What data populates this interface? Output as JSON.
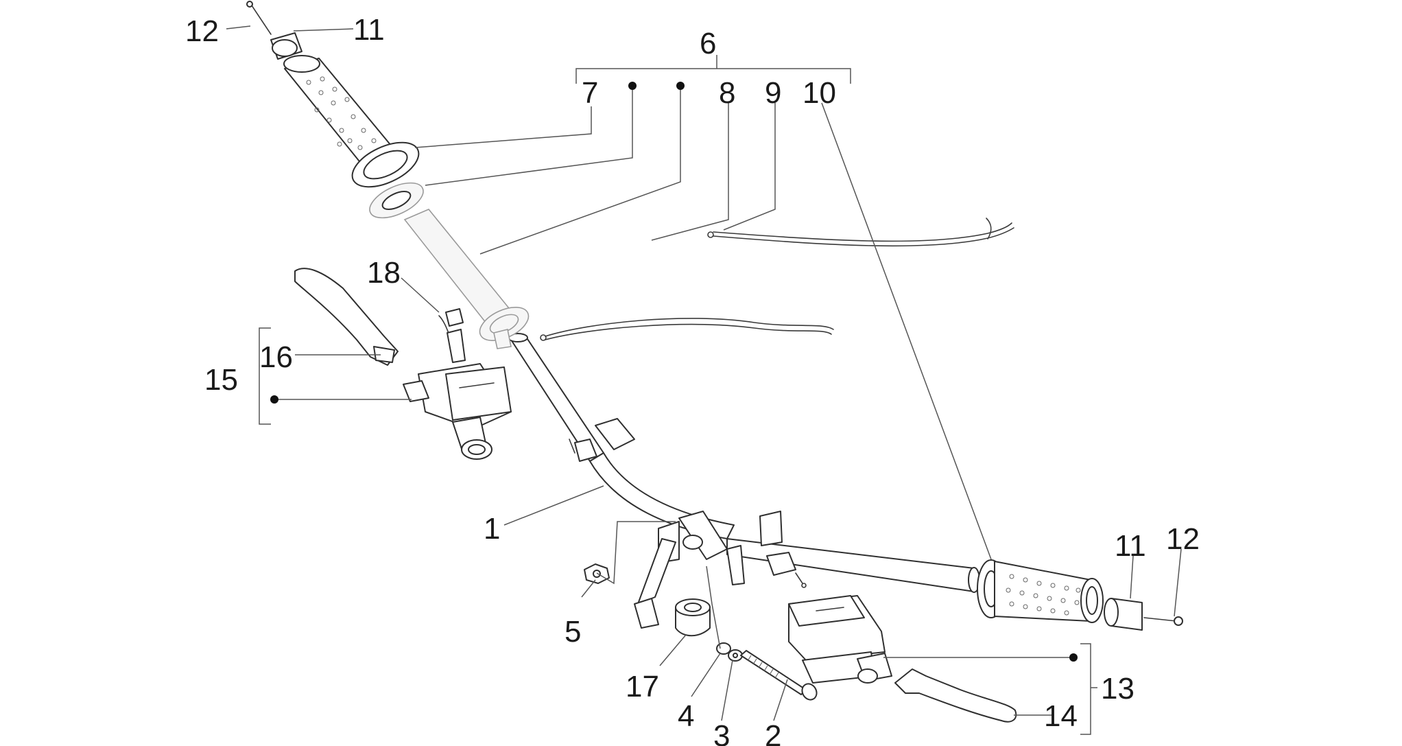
{
  "labels": {
    "l1": "1",
    "l2": "2",
    "l3": "3",
    "l4": "4",
    "l5": "5",
    "l6": "6",
    "l7": "7",
    "l8": "8",
    "l9": "9",
    "l10": "10",
    "l11a": "11",
    "l11b": "11",
    "l12a": "12",
    "l12b": "12",
    "l13": "13",
    "l14": "14",
    "l15": "15",
    "l16": "16",
    "l17": "17",
    "l18": "18"
  }
}
